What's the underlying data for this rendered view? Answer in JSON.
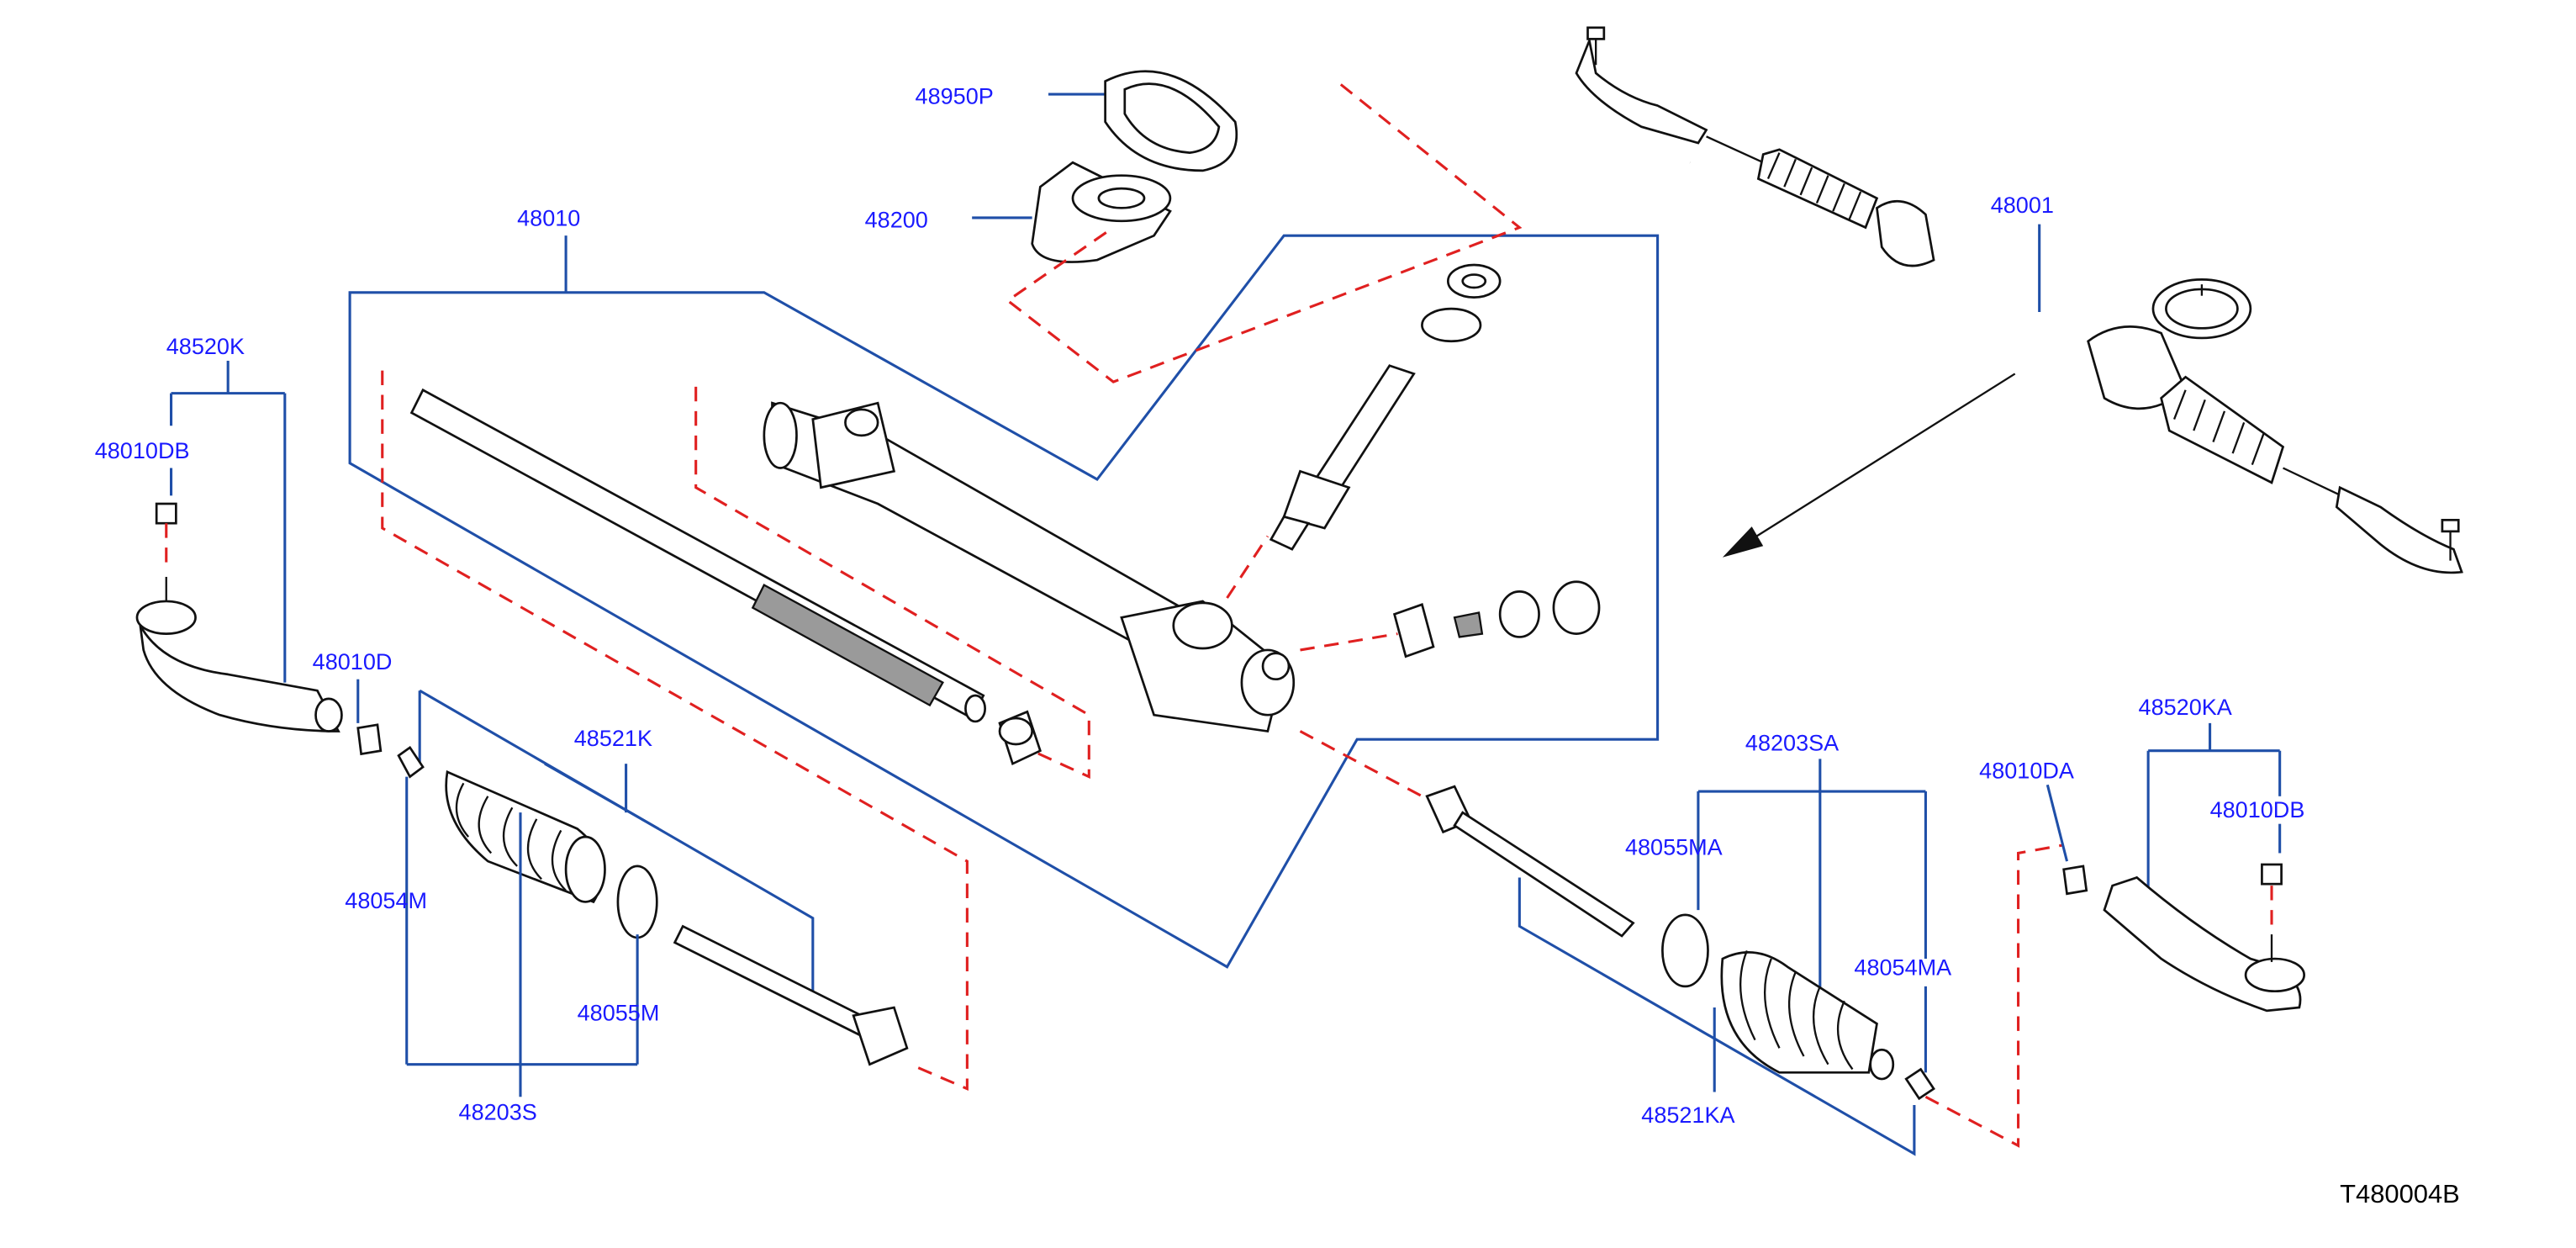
{
  "diagram_code": "T480004B",
  "labels": {
    "p48950P": "48950P",
    "p48200": "48200",
    "p48010": "48010",
    "p48520K": "48520K",
    "p48010DB_left": "48010DB",
    "p48010D": "48010D",
    "p48521K": "48521K",
    "p48054M": "48054M",
    "p48055M": "48055M",
    "p48203S": "48203S",
    "p48001": "48001",
    "p48203SA": "48203SA",
    "p48055MA": "48055MA",
    "p48054MA": "48054MA",
    "p48521KA": "48521KA",
    "p48520KA": "48520KA",
    "p48010DA": "48010DA",
    "p48010DB_right": "48010DB"
  }
}
